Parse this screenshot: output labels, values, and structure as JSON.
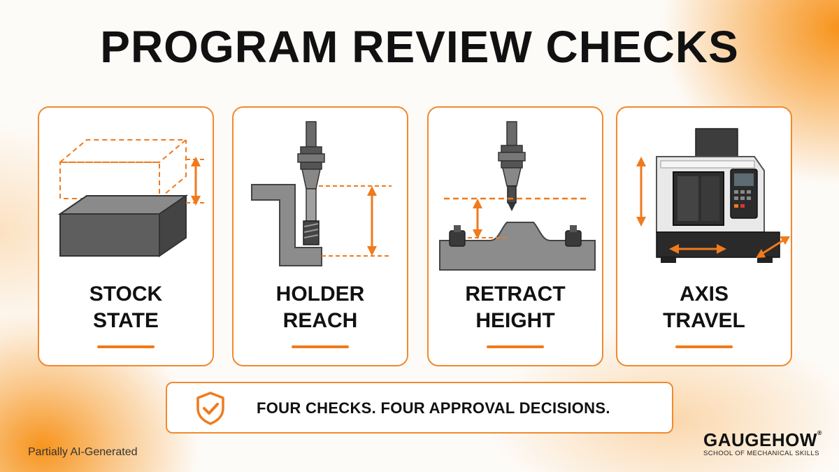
{
  "title": "PROGRAM REVIEW CHECKS",
  "cards": [
    {
      "line1": "STOCK",
      "line2": "STATE",
      "icon": "stock-block-icon"
    },
    {
      "line1": "HOLDER",
      "line2": "REACH",
      "icon": "tool-holder-icon"
    },
    {
      "line1": "RETRACT",
      "line2": "HEIGHT",
      "icon": "retract-height-icon"
    },
    {
      "line1": "AXIS",
      "line2": "TRAVEL",
      "icon": "cnc-machine-icon"
    }
  ],
  "banner": {
    "text": "FOUR CHECKS. FOUR APPROVAL DECISIONS.",
    "icon": "shield-check-icon"
  },
  "footer_note": "Partially AI-Generated",
  "brand": {
    "name": "GAUGEHOW",
    "mark": "®",
    "tagline": "SCHOOL OF MECHANICAL SKILLS"
  },
  "colors": {
    "accent": "#f07a1c",
    "border": "#f08a2e",
    "text": "#111111"
  }
}
